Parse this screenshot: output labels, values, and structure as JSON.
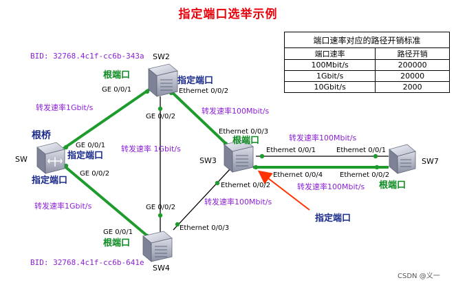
{
  "title": "指定端口选举示例",
  "table": {
    "caption": "端口速率对应的路径开销标准",
    "headers": [
      "端口速率",
      "路径开销"
    ],
    "rows": [
      [
        "100Mbit/s",
        "200000"
      ],
      [
        "1Gbit/s",
        "20000"
      ],
      [
        "10Gbit/s",
        "2000"
      ]
    ]
  },
  "switches": {
    "sw": "SW",
    "sw2": "SW2",
    "sw3": "SW3",
    "sw4": "SW4",
    "sw7": "SW7"
  },
  "bids": {
    "sw2": "BID: 32768.4c1f-cc6b-343a",
    "sw4": "BID: 32768.4c1f-cc6b-641e"
  },
  "ports": {
    "sw2_g001": "GE 0/0/1",
    "sw2_g002": "GE 0/0/2",
    "sw2_e002": "Ethernet 0/0/2",
    "sw_g001": "GE 0/0/1",
    "sw_g002": "GE 0/0/2",
    "sw3_e003": "Ethernet 0/0/3",
    "sw3_e001": "Ethernet 0/0/1",
    "sw3_e004": "Ethernet 0/0/4",
    "sw3_e0002": "Ethernet 0/0/2",
    "sw7_e001": "Ethernet 0/0/1",
    "sw7_e002": "Ethernet 0/0/2",
    "sw4_g002": "GE 0/0/2",
    "sw4_g001": "GE 0/0/1",
    "sw4_e003": "Ethernet 0/0/3"
  },
  "roles": {
    "root_bridge": "根桥",
    "sw2_root": "根端口",
    "sw2_designated": "指定端口",
    "sw_designated_1": "指定端口",
    "sw_designated_2": "指定端口",
    "sw3_root": "根端口",
    "sw7_root": "根端口",
    "sw4_root": "根端口",
    "pointer_designated": "指定端口"
  },
  "speeds": {
    "sw_sw2": "转发速率1Gbit/s",
    "sw2_sw3": "转发速率100Mbit/s",
    "sw2_sw4": "转发速率 1Gbit/s",
    "sw3_sw7": "转发速率100Mbit/s",
    "sw3_sw7_lower": "转发速率100Mbit/s",
    "sw3_sw4": "转发速率100Mbit/s",
    "sw_sw4": "转发速率1Gbit/s"
  },
  "colors": {
    "title": "#e8000b",
    "role": "#0a8a1f",
    "speed": "#8b1fd6",
    "green_link": "#1d9b2c",
    "arrow": "#ff3300"
  },
  "footer": "CSDN @义一"
}
